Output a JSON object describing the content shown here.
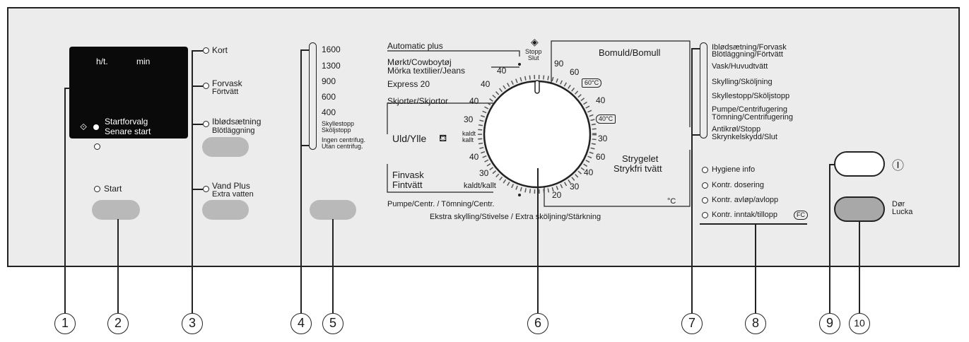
{
  "display": {
    "hours_label": "h/t.",
    "min_label": "min",
    "startforvalg": "Startforvalg",
    "senare_start": "Senare start"
  },
  "left_controls": {
    "start": "Start",
    "kort": "Kort",
    "forvask": "Forvask",
    "fortvatt": "Förtvätt",
    "iblodsaetning": "Iblødsætning",
    "blotlaggning": "Blötläggning",
    "vand_plus": "Vand Plus",
    "extra_vatten": "Extra vatten"
  },
  "spin_speeds": [
    "1600",
    "1300",
    "900",
    "600",
    "400"
  ],
  "spin_extra": {
    "skyllestop": "Skyllestopp",
    "skoljstopp": "Sköljstopp",
    "ingen": "Ingen centrifug.",
    "utan": "Utan centrifug."
  },
  "programs_left": {
    "automatic_plus": "Automatic plus",
    "morkt": "Mørkt/Cowboytøj",
    "morka": "Mörka textilier/Jeans",
    "morka_temp": "40",
    "express": "Express 20",
    "express_temp": "40",
    "skjorter": "Skjorter/Skjortor",
    "skjorter_temp": "40",
    "uld_30": "30",
    "uld": "Uld/Ylle",
    "kaldt": "kaldt",
    "kallt": "kallt",
    "fin_40": "40",
    "finvask": "Finvask",
    "fintvatt": "Fintvätt",
    "fin_30": "30",
    "fin_kaldt": "kaldt/kallt",
    "pumpe": "Pumpe/Centr. / Tömning/Centr.",
    "ekstra": "Ekstra skylling/Stivelse / Extra sköljning/Stärkning"
  },
  "programs_right": {
    "stopp": "Stopp",
    "slut": "Slut",
    "bomuld": "Bomuld/Bomull",
    "t90": "90",
    "t60": "60",
    "badge60": "60°C",
    "t40": "40",
    "badge40": "40°C",
    "t30": "30",
    "t60b": "60",
    "strygelet": "Strygelet",
    "strykfri": "Strykfri tvätt",
    "t40b": "40",
    "t30b": "30",
    "t20": "20",
    "unit": "°C"
  },
  "phases": [
    "Iblødsætning/Forvask",
    "Blötläggning/Förtvätt",
    "Vask/Huvudtvätt",
    "Skylling/Sköljning",
    "Skyllestopp/Sköljstopp",
    "Pumpe/Centrifugering",
    "Tömning/Centrifugering",
    "Antikrøl/Stopp",
    "Skrynkelskydd/Slut"
  ],
  "indicators": [
    "Hygiene info",
    "Kontr. dosering",
    "Kontr. avløp/avlopp",
    "Kontr. inntak/tillopp"
  ],
  "fc_badge": "FC",
  "power_symbol": "Ⓘ",
  "door": {
    "dor": "Dør",
    "lucka": "Lucka"
  },
  "callouts": [
    "1",
    "2",
    "3",
    "4",
    "5",
    "6",
    "7",
    "8",
    "9",
    "10"
  ]
}
